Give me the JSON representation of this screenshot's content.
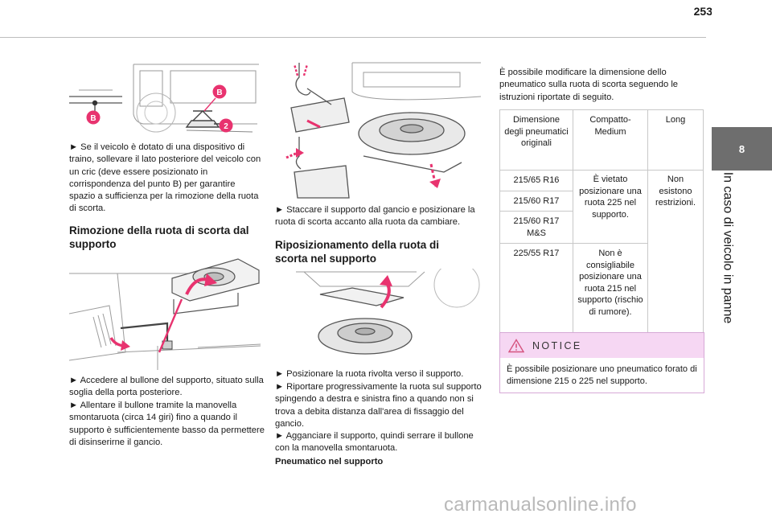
{
  "page_number": "253",
  "chapter": {
    "number": "8",
    "title": "In caso di veicolo in panne"
  },
  "col1": {
    "intro": "► Se il veicolo è dotato di una dispositivo di traino, sollevare il lato posteriore del veicolo con un cric (deve essere posizionato in corrispondenza del punto B) per garantire spazio a sufficienza per la rimozione della ruota di scorta.",
    "callouts": [
      "B",
      "B",
      "2"
    ],
    "heading": "Rimozione della ruota di scorta dal supporto",
    "steps": [
      "► Accedere al bullone del supporto, situato sulla soglia della porta posteriore.",
      "► Allentare il bullone tramite la manovella smontaruota (circa 14 giri) fino a quando il supporto è sufficientemente basso da permettere di disinserirne il gancio."
    ]
  },
  "col2": {
    "intro": "► Staccare il supporto dal gancio e posizionare la ruota di scorta accanto alla ruota da cambiare.",
    "heading": "Riposizionamento della ruota di scorta nel supporto",
    "steps": [
      "► Posizionare la ruota rivolta verso il supporto.",
      "► Riportare progressivamente la ruota sul supporto spingendo a destra e sinistra fino a quando non si trova a debita distanza dall'area di fissaggio del gancio.",
      "► Agganciare il supporto, quindi serrare il bullone con la manovella smontaruota."
    ],
    "bold_tail": "Pneumatico nel supporto"
  },
  "col3": {
    "intro": "È possibile modificare la dimensione dello pneumatico sulla ruota di scorta seguendo le istruzioni riportate di seguito.",
    "table": {
      "headers": [
        "Dimensione degli pneumatici originali",
        "Compatto-Medium",
        "Long"
      ],
      "sizes": [
        "215/65 R16",
        "215/60 R17",
        "215/60 R17 M&S",
        "225/55 R17"
      ],
      "compact_a": "È vietato posizionare una ruota 225 nel supporto.",
      "compact_b": "Non è consigliabile posizionare una ruota 215 nel supporto (rischio di rumore).",
      "long": "Non esistono restrizioni."
    },
    "notice": {
      "title": "NOTICE",
      "text": "È possibile posizionare uno pneumatico forato di dimensione 215 o 225 nel supporto."
    }
  },
  "watermark": "carmanualsonline.info",
  "colors": {
    "accent": "#e8336f",
    "notice_bg": "#f6d7f3",
    "notice_border": "#d6a9d6",
    "tab_grey": "#6e6e6e"
  }
}
